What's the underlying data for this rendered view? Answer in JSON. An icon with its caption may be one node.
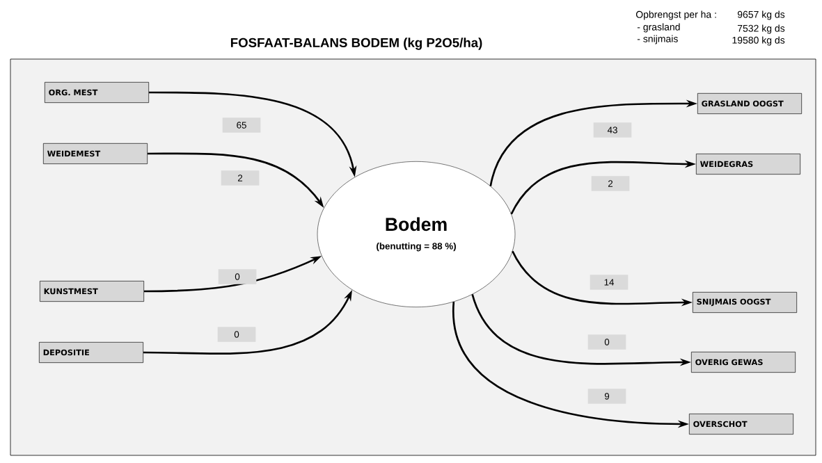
{
  "diagram": {
    "title": "FOSFAAT-BALANS BODEM (kg P2O5/ha)",
    "nodes": [
      {
        "text": [
          "Bodem",
          "(benutting = 88 %)"
        ]
      },
      {
        "text": [
          "ORG. MEST"
        ]
      },
      {
        "text": [
          "WEIDEMEST"
        ]
      },
      {
        "text": [
          "KUNSTMEST"
        ]
      },
      {
        "text": [
          "DEPOSITIE"
        ]
      },
      {
        "text": [
          "GRASLAND OOGST"
        ]
      },
      {
        "text": [
          "WEIDEGRAS"
        ]
      },
      {
        "text": [
          "SNIJMAIS OOGST"
        ]
      },
      {
        "text": [
          "OVERIG GEWAS"
        ]
      },
      {
        "text": [
          "OVERSCHOT"
        ]
      }
    ],
    "edges": [
      {
        "from": 1,
        "to": 0,
        "arrow": "to",
        "label": "65"
      },
      {
        "from": 2,
        "to": 0,
        "arrow": "to",
        "label": "2"
      },
      {
        "from": 3,
        "to": 0,
        "arrow": "to",
        "label": "0"
      },
      {
        "from": 4,
        "to": 0,
        "arrow": "to",
        "label": "0"
      },
      {
        "from": 0,
        "to": 5,
        "arrow": "to",
        "label": "43"
      },
      {
        "from": 0,
        "to": 6,
        "arrow": "to",
        "label": "2"
      },
      {
        "from": 0,
        "to": 7,
        "arrow": "to",
        "label": "14"
      },
      {
        "from": 0,
        "to": 8,
        "arrow": "to",
        "label": "0"
      },
      {
        "from": 0,
        "to": 9,
        "arrow": "to",
        "label": "9"
      }
    ],
    "labels": [
      "Opbrengst per ha :",
      "9657 kg ds",
      "- grasland",
      "7532 kg ds",
      "- snijmais",
      "19580 kg ds"
    ]
  }
}
